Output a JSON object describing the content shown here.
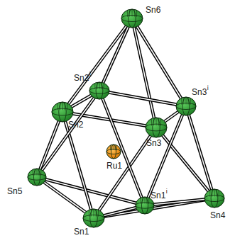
{
  "diagram": {
    "labels": [
      "Sn6",
      "Sn2",
      "i",
      "Sn3",
      "i",
      "Sn2",
      "Sn3",
      "Ru1",
      "Sn5",
      "Sn4",
      "Sn1",
      "i",
      "Sn1"
    ]
  }
}
